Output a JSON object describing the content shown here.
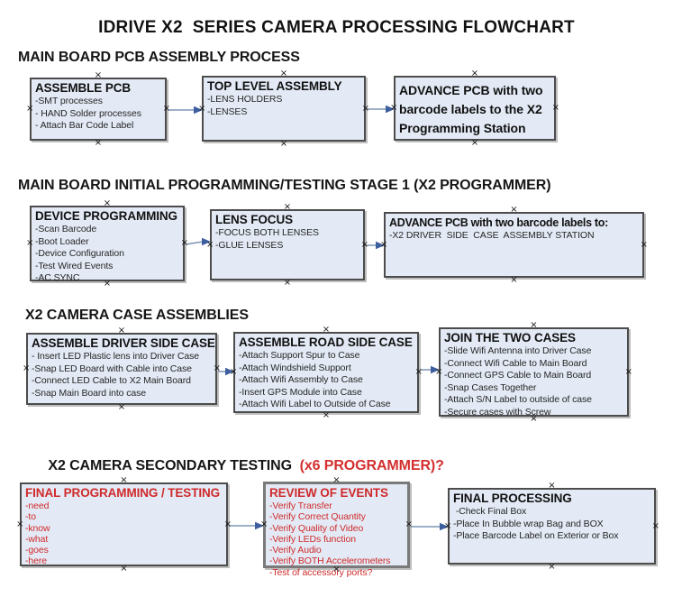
{
  "page_title": "IDRIVE X2  SERIES CAMERA PROCESSING FLOWCHART",
  "icons": {
    "connection_point": "×"
  },
  "colors": {
    "box_fill": "#e3eaf5",
    "box_border": "#4c4c4c",
    "accent_red": "#d32f2f",
    "arrow_line": "#7e95b5",
    "arrow_head": "#3e5f9f"
  },
  "sections": [
    {
      "heading": "MAIN BOARD PCB ASSEMBLY PROCESS",
      "boxes": [
        {
          "title": "ASSEMBLE PCB",
          "items": [
            "-SMT processes",
            "- HAND Solder processes",
            "- Attach Bar Code Label"
          ]
        },
        {
          "title": "TOP LEVEL ASSEMBLY",
          "items": [
            "-LENS HOLDERS",
            "-LENSES"
          ]
        },
        {
          "title": "ADVANCE PCB with two barcode labels to the X2 Programming Station",
          "items": []
        }
      ]
    },
    {
      "heading": "MAIN BOARD INITIAL PROGRAMMING/TESTING STAGE 1 (X2 PROGRAMMER)",
      "boxes": [
        {
          "title": "DEVICE PROGRAMMING",
          "items": [
            "-Scan Barcode",
            "-Boot Loader",
            "-Device Configuration",
            "-Test Wired Events",
            "-AC SYNC"
          ]
        },
        {
          "title": "LENS FOCUS",
          "items": [
            "-FOCUS BOTH LENSES",
            "-GLUE LENSES"
          ]
        },
        {
          "title": "ADVANCE PCB with two barcode labels to:",
          "items": [
            "-X2 DRIVER  SIDE  CASE  ASSEMBLY STATION"
          ]
        }
      ]
    },
    {
      "heading": "X2 CAMERA CASE ASSEMBLIES",
      "boxes": [
        {
          "title": "ASSEMBLE DRIVER SIDE CASE",
          "items": [
            "- Insert LED Plastic lens into Driver Case",
            "-Snap LED Board with Cable into Case",
            "-Connect LED Cable to X2 Main Board",
            "-Snap Main Board into case"
          ]
        },
        {
          "title": "ASSEMBLE ROAD SIDE CASE",
          "items": [
            "-Attach Support Spur to Case",
            "-Attach Windshield Support",
            "-Attach Wifi Assembly to Case",
            "-Insert GPS Module into Case",
            "-Attach Wifi Label to Outside of Case"
          ]
        },
        {
          "title": "JOIN THE TWO CASES",
          "items": [
            "-Slide Wifi Antenna into Driver Case",
            "-Connect Wifi Cable to Main Board",
            "-Connect GPS Cable to Main Board",
            "-Snap Cases Together",
            "-Attach S/N Label to outside of case",
            "-Secure cases with Screw"
          ]
        }
      ]
    },
    {
      "heading": "X2 CAMERA SECONDARY TESTING",
      "heading_suffix": "  (x6 PROGRAMMER)?",
      "boxes": [
        {
          "title": "FINAL PROGRAMMING / TESTING",
          "items": [
            "-need",
            "-to",
            "-know",
            "-what",
            "-goes",
            "-here"
          ]
        },
        {
          "title": "REVIEW OF EVENTS",
          "items": [
            "-Verify Transfer",
            "-Verify Correct Quantity",
            "-Verify Quality of Video",
            "-Verify LEDs function",
            "-Verify Audio",
            "-Verify BOTH Accelerometers",
            "-Test of accessory ports?"
          ]
        },
        {
          "title": "FINAL PROCESSING",
          "items": [
            " -Check Final Box",
            "-Place In Bubble wrap Bag and BOX",
            "-Place Barcode Label on Exterior or Box"
          ]
        }
      ]
    }
  ]
}
